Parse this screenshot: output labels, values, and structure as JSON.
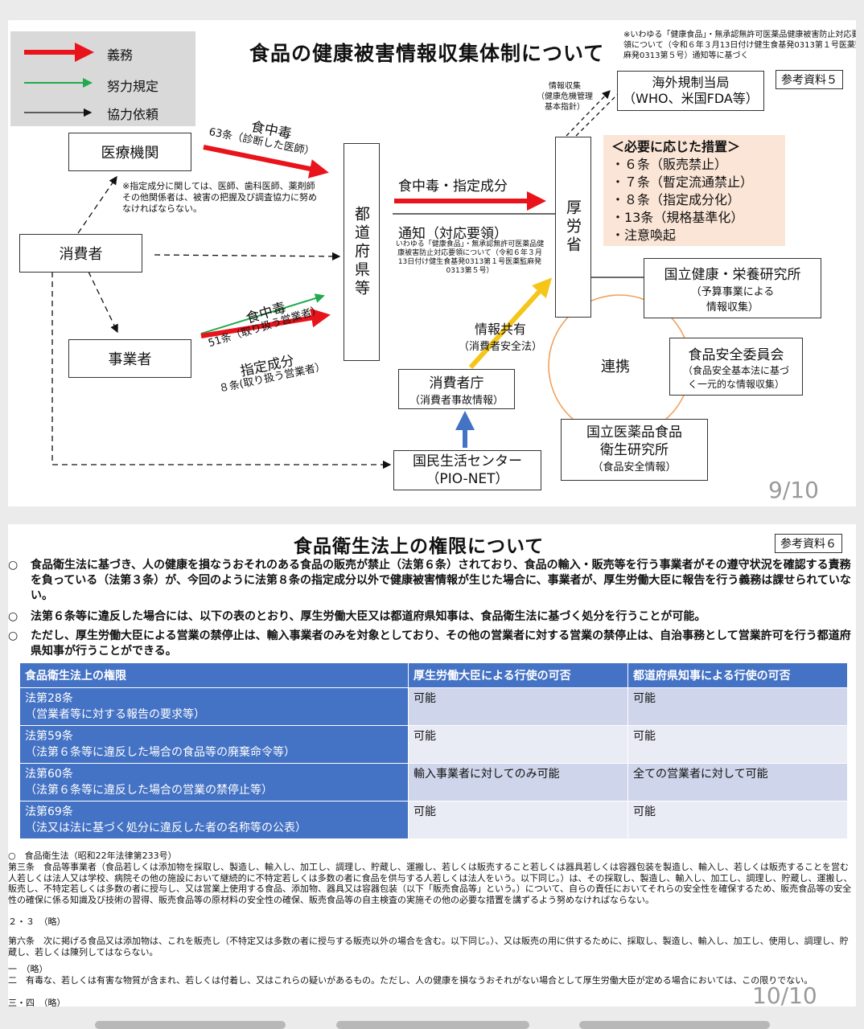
{
  "slide9": {
    "legend": {
      "duty": "義務",
      "effort": "努力規定",
      "cooperation": "協力依頼"
    },
    "title": "食品の健康被害情報収集体制について",
    "note": "※いわゆる「健康食品」・無承認無許可医薬品健康被害防止対応要領について（令和６年３月13日付け健生食基発0313第１号医薬監麻発0313第５号）通知等に基づく",
    "ref": "参考資料５",
    "medical": "医療機関",
    "consumer": "消費者",
    "business": "事業者",
    "prefecture": "都道府県等",
    "mhlw": "厚労省",
    "overseas": {
      "line1": "海外規制当局",
      "line2": "（WHO、米国FDA等）"
    },
    "info_collect": {
      "line1": "情報収集",
      "line2": "（健康危機管理",
      "line3": "基本指針）"
    },
    "arrow_63": {
      "label": "食中毒",
      "sub": "63条（診断した医師）"
    },
    "note_cons": "※指定成分に関しては、医師、歯科医師、薬剤師その他関係者は、被害の把握及び調査協力に努めなければならない。",
    "arrow_51": {
      "label": "食中毒",
      "sub": "51条（取り扱う営業者）"
    },
    "arrow_8": {
      "label": "指定成分",
      "sub": "８条(取り扱う営業者）"
    },
    "arrow_pref": {
      "label": "食中毒・指定成分"
    },
    "notice": {
      "label": "通知（対応要領）",
      "detail": "いわゆる「健康食品」・無承認無許可医薬品健康被害防止対応要領について（令和６年３月13日付け健生食基発0313第１号医薬監麻発0313第５号）"
    },
    "measures": {
      "title": "＜必要に応じた措置＞",
      "items": [
        "・６条（販売禁止）",
        "・７条（暫定流通禁止）",
        "・８条（指定成分化）",
        "・13条（規格基準化）",
        "・注意喚起"
      ]
    },
    "nih": {
      "line1": "国立健康・栄養研究所",
      "line2": "（予算事業による",
      "line3": "情報収集）"
    },
    "share": {
      "line1": "情報共有",
      "line2": "（消費者安全法）"
    },
    "caa": {
      "line1": "消費者庁",
      "line2": "（消費者事故情報）"
    },
    "renkei": "連携",
    "fsc": {
      "line1": "食品安全委員会",
      "line2": "（食品安全基本法に基づ",
      "line3": "く一元的な情報収集）"
    },
    "nihs": {
      "line1": "国立医薬品食品",
      "line2": "衛生研究所",
      "line3": "（食品安全情報）"
    },
    "ncac": {
      "line1": "国民生活センター",
      "line2": "（PIO-NET）"
    },
    "page": "9/10",
    "colors": {
      "duty": "#e8131b",
      "effort": "#1faa4b",
      "share": "#f5c518",
      "ncac": "#4472c4"
    }
  },
  "slide10": {
    "title": "食品衛生法上の権限について",
    "ref": "参考資料６",
    "paras": [
      {
        "mark": "○",
        "text": "食品衛生法に基づき、人の健康を損なうおそれのある食品の販売が禁止（法第６条）されており、食品の輸入・販売等を行う事業者がその遵守状況を確認する責務を負っている（法第３条）が、今回のように法第８条の指定成分以外で健康被害情報が生じた場合に、事業者が、厚生労働大臣に報告を行う義務は課せられていない。"
      },
      {
        "mark": "○",
        "text": "法第６条等に違反した場合には、以下の表のとおり、厚生労働大臣又は都道府県知事は、食品衛生法に基づく処分を行うことが可能。"
      },
      {
        "mark": "○",
        "text": "ただし、厚生労働大臣による営業の禁停止は、輸入事業者のみを対象としており、その他の営業者に対する営業の禁停止は、自治事務として営業許可を行う都道府県知事が行うことができる。"
      }
    ],
    "table": {
      "headers": [
        "食品衛生法上の権限",
        "厚生労働大臣による行使の可否",
        "都道府県知事による行使の可否"
      ],
      "rows": [
        {
          "a1": "法第28条",
          "a2": "（営業者等に対する報告の要求等）",
          "b": "可能",
          "c": "可能"
        },
        {
          "a1": "法第59条",
          "a2": "（法第６条等に違反した場合の食品等の廃棄命令等）",
          "b": "可能",
          "c": "可能"
        },
        {
          "a1": "法第60条",
          "a2": "（法第６条等に違反した場合の営業の禁停止等）",
          "b": "輸入事業者に対してのみ可能",
          "c": "全ての営業者に対して可能"
        },
        {
          "a1": "法第69条",
          "a2": "（法又は法に基づく処分に違反した者の名称等の公表）",
          "b": "可能",
          "c": "可能"
        }
      ]
    },
    "law": {
      "head": "○　食品衛生法（昭和22年法律第233号）",
      "art3": "第三条　食品等事業者（食品若しくは添加物を採取し、製造し、輸入し、加工し、調理し、貯蔵し、運搬し、若しくは販売すること若しくは器具若しくは容器包装を製造し、輸入し、若しくは販売することを営む人若しくは法人又は学校、病院その他の施設において継続的に不特定若しくは多数の者に食品を供与する人若しくは法人をいう。以下同じ。）は、その採取し、製造し、輸入し、加工し、調理し、貯蔵し、運搬し、販売し、不特定若しくは多数の者に授与し、又は営業上使用する食品、添加物、器具又は容器包装（以下「販売食品等」という。）について、自らの責任においてそれらの安全性を確保するため、販売食品等の安全性の確保に係る知識及び技術の習得、販売食品等の原材料の安全性の確保、販売食品等の自主検査の実施その他の必要な措置を講ずるよう努めなければならない。",
      "art3b": "２・３　（略）",
      "art6": "第六条　次に掲げる食品又は添加物は、これを販売し（不特定又は多数の者に授与する販売以外の場合を含む。以下同じ。）、又は販売の用に供するために、採取し、製造し、輸入し、加工し、使用し、調理し、貯蔵し、若しくは陳列してはならない。",
      "item1": "一　（略）",
      "item2": "二　有毒な、若しくは有害な物質が含まれ、若しくは付着し、又はこれらの疑いがあるもの。ただし、人の健康を損なうおそれがない場合として厚生労働大臣が定める場合においては、この限りでない。",
      "item34": "三・四　（略）"
    },
    "page": "10/10"
  }
}
